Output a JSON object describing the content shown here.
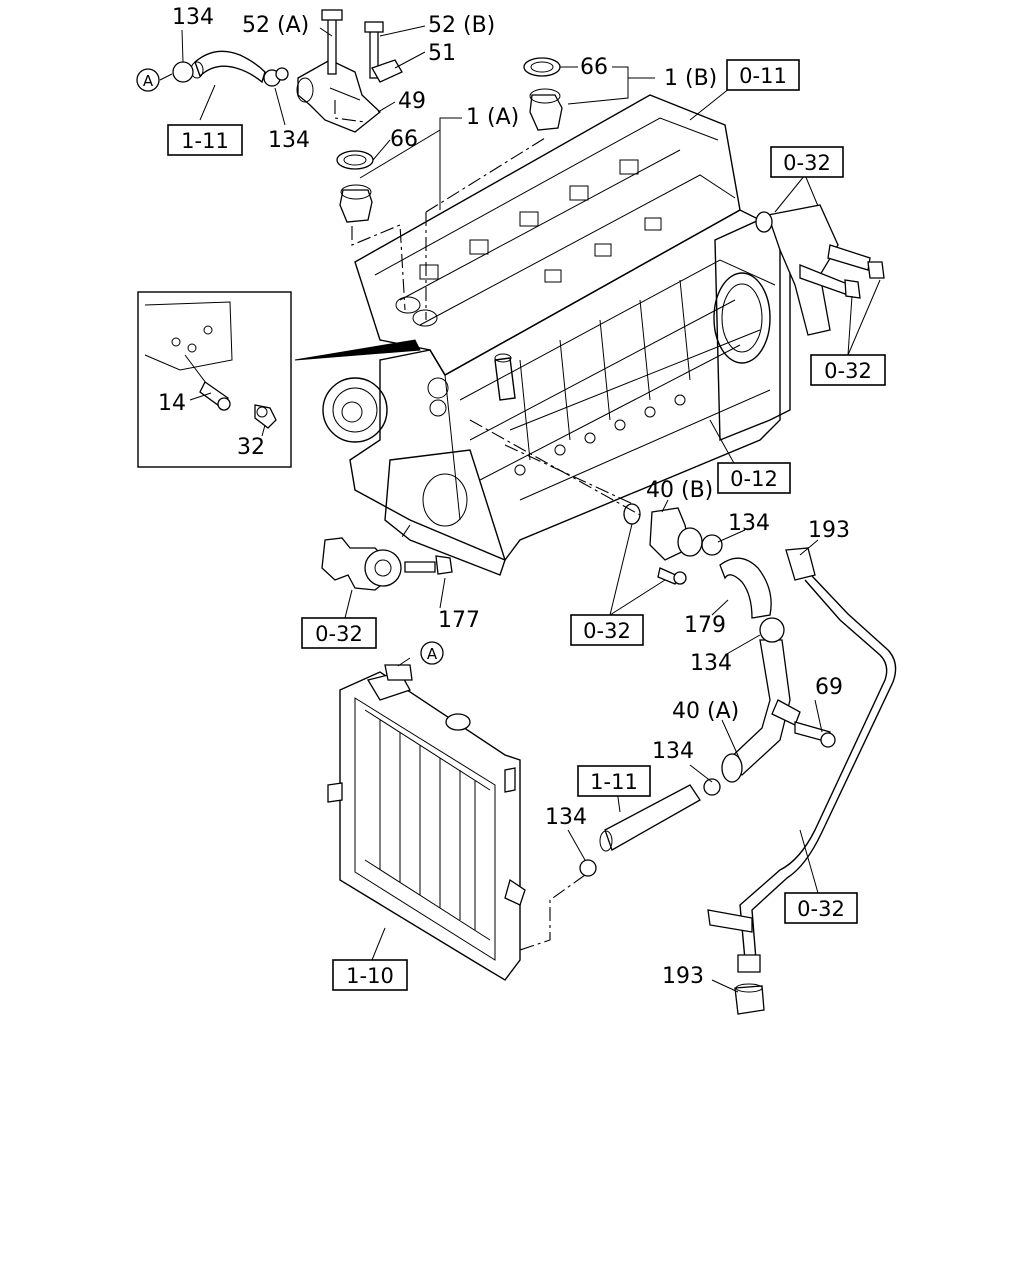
{
  "callouts": {
    "c134_tl": "134",
    "c52a": "52 (A)",
    "c52b": "52 (B)",
    "c51": "51",
    "c49": "49",
    "c134_t2": "134",
    "c66_top": "66",
    "c1b": "1 (B)",
    "c1a": "1 (A)",
    "c66_mid": "66",
    "c14": "14",
    "c32": "32",
    "c40b": "40 (B)",
    "c134_r1": "134",
    "c193_top": "193",
    "c179": "179",
    "c134_r2": "134",
    "c177": "177",
    "c69": "69",
    "c40a": "40 (A)",
    "c134_r3": "134",
    "c134_r4": "134",
    "c193_bot": "193"
  },
  "references": {
    "r111_tl": "1-11",
    "r011": "0-11",
    "r032_tr": "0-32",
    "r032_r": "0-32",
    "r012": "0-12",
    "r032_bl": "0-32",
    "r032_mid": "0-32",
    "r111_mid": "1-11",
    "r032_br": "0-32",
    "r110": "1-10"
  },
  "markers": {
    "a_top": "A",
    "a_mid": "A"
  }
}
